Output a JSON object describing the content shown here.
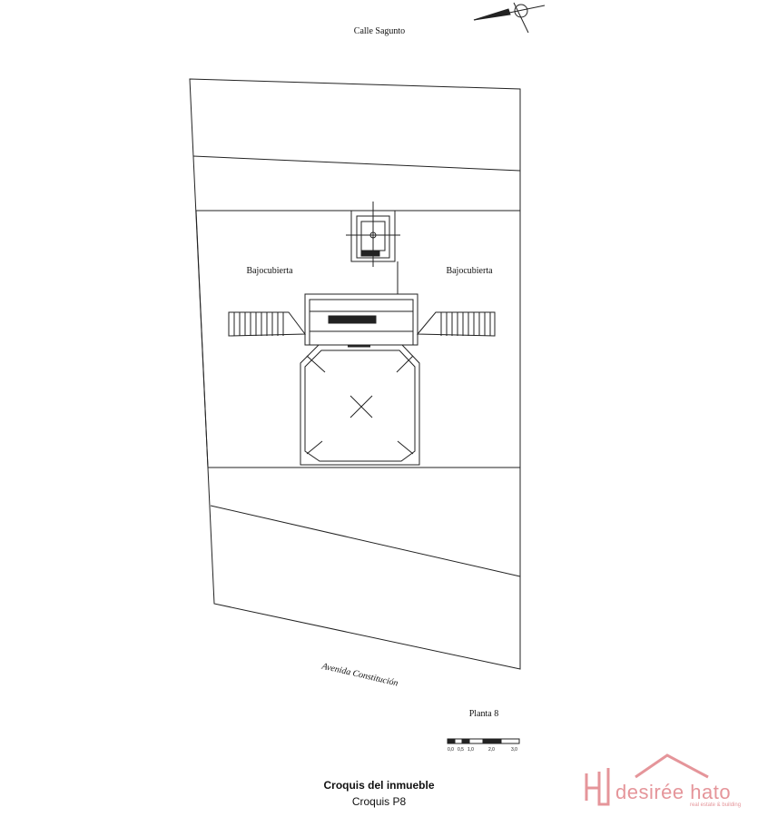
{
  "street_top": "Calle Sagunto",
  "street_bottom": "Avenida Constitución",
  "rooms": [
    {
      "label": "Bajocubierta"
    },
    {
      "label": "Bajocubierta"
    }
  ],
  "plan_level": "Planta 8",
  "scale_bar": {
    "ticks": [
      "0,0",
      "0,5",
      "1,0",
      "2,0",
      "3,0"
    ]
  },
  "footer": {
    "title": "Croquis del inmueble",
    "subtitle": "Croquis P8"
  },
  "watermark": {
    "brand": "desirée hato",
    "tagline": "real estate & building",
    "color": "#e5959a"
  }
}
